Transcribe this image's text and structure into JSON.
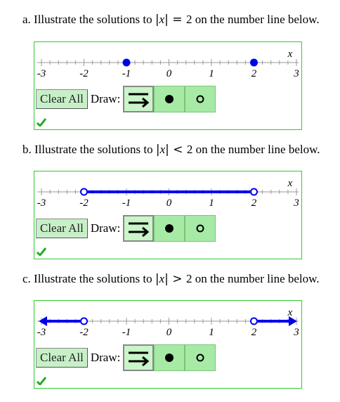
{
  "parts": [
    {
      "question_prefix": "a. Illustrate the solutions to ",
      "question_abs_open": "|",
      "question_var": "x",
      "question_abs_close": "|",
      "question_op": " = ",
      "question_num": "2",
      "question_suffix": " on the number line below.",
      "axis_variable": "x",
      "tick_labels": [
        "-3",
        "-2",
        "-1",
        "0",
        "1",
        "2",
        "3"
      ],
      "clear_label": "Clear All",
      "draw_label": "Draw:",
      "selected_tool": "ray",
      "graph": {
        "type": "points",
        "closed_points": [
          -1,
          2
        ]
      }
    },
    {
      "question_prefix": "b. Illustrate the solutions to ",
      "question_abs_open": "|",
      "question_var": "x",
      "question_abs_close": "|",
      "question_op": " < ",
      "question_num": "2",
      "question_suffix": " on the number line below.",
      "axis_variable": "x",
      "tick_labels": [
        "-3",
        "-2",
        "-1",
        "0",
        "1",
        "2",
        "3"
      ],
      "clear_label": "Clear All",
      "draw_label": "Draw:",
      "selected_tool": "ray",
      "graph": {
        "type": "segment",
        "from": -2,
        "to": 2,
        "from_open": true,
        "to_open": true
      }
    },
    {
      "question_prefix": "c. Illustrate the solutions to ",
      "question_abs_open": "|",
      "question_var": "x",
      "question_abs_close": "|",
      "question_op": " > ",
      "question_num": "2",
      "question_suffix": " on the number line below.",
      "axis_variable": "x",
      "tick_labels": [
        "-3",
        "-2",
        "-1",
        "0",
        "1",
        "2",
        "3"
      ],
      "clear_label": "Clear All",
      "draw_label": "Draw:",
      "selected_tool": "ray",
      "graph": {
        "type": "rays",
        "left_ray_end": -2,
        "right_ray_start": 2,
        "open": true
      }
    }
  ],
  "colors": {
    "graph": "#0000ee",
    "panel_border": "#2ecc2e",
    "button_bg": "#c8f0c8",
    "tool_bg": "#a6eaa6",
    "check": "#22aa22"
  },
  "icons": {
    "tool_ray": "ray-icon",
    "tool_closed": "closed-dot-icon",
    "tool_open": "open-dot-icon",
    "status": "checkmark-icon"
  }
}
